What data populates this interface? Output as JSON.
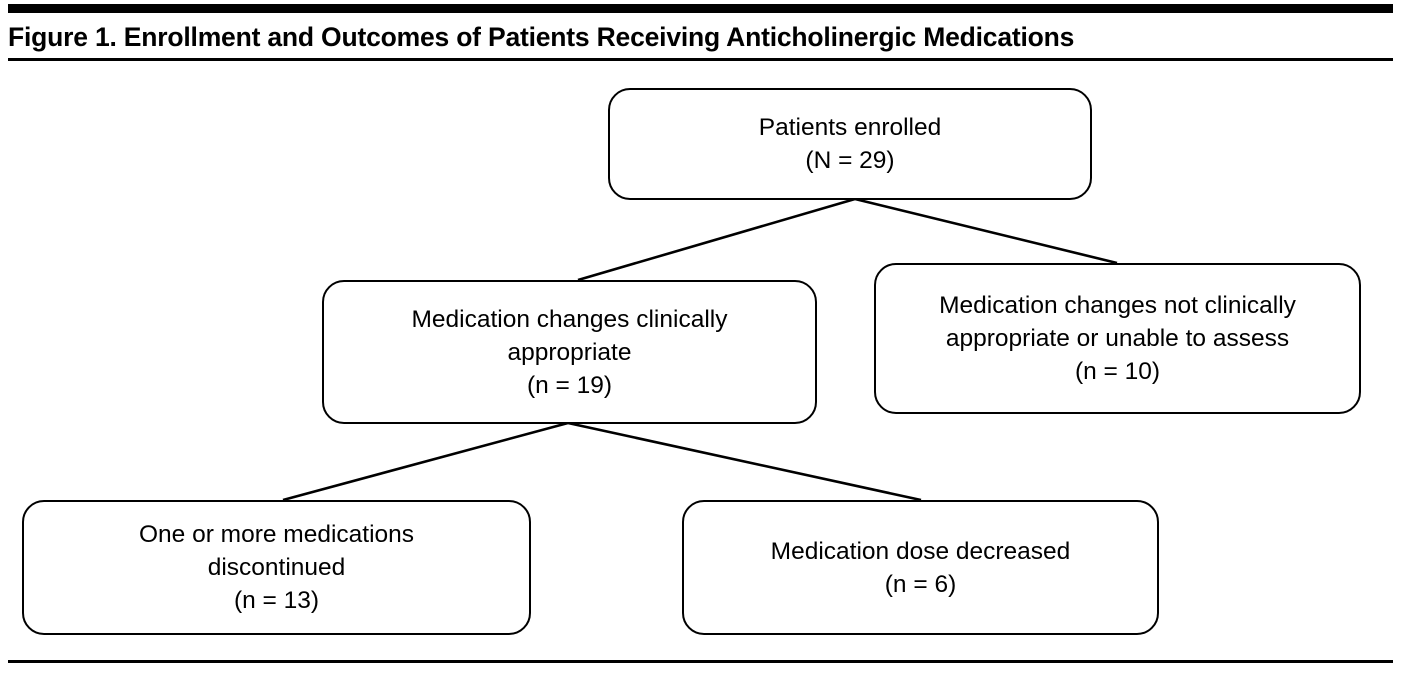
{
  "figure": {
    "title": "Figure 1. Enrollment and Outcomes of Patients Receiving Anticholinergic Medications"
  },
  "chart_data": {
    "type": "diagram",
    "diagram_kind": "flowchart",
    "title": "Figure 1. Enrollment and Outcomes of Patients Receiving Anticholinergic Medications",
    "orientation": "top-down",
    "nodes": [
      {
        "id": "enrolled",
        "label": "Patients enrolled",
        "count_label": "(N = 29)",
        "count": 29,
        "level": 0
      },
      {
        "id": "appropriate",
        "label_line1": "Medication changes clinically",
        "label_line2": "appropriate",
        "count_label": "(n = 19)",
        "count": 19,
        "level": 1
      },
      {
        "id": "not-appropriate",
        "label_line1": "Medication changes not clinically",
        "label_line2": "appropriate or unable to assess",
        "count_label": "(n = 10)",
        "count": 10,
        "level": 1
      },
      {
        "id": "discontinued",
        "label_line1": "One or more medications",
        "label_line2": "discontinued",
        "count_label": "(n = 13)",
        "count": 13,
        "level": 2
      },
      {
        "id": "dose-decreased",
        "label_line1": "Medication dose decreased",
        "count_label": "(n = 6)",
        "count": 6,
        "level": 2
      }
    ],
    "edges": [
      {
        "from": "enrolled",
        "to": "appropriate"
      },
      {
        "from": "enrolled",
        "to": "not-appropriate"
      },
      {
        "from": "appropriate",
        "to": "discontinued"
      },
      {
        "from": "appropriate",
        "to": "dose-decreased"
      }
    ],
    "colors": {
      "line": "#000000",
      "box_fill": "#ffffff",
      "text": "#000000",
      "rule": "#000000"
    }
  }
}
